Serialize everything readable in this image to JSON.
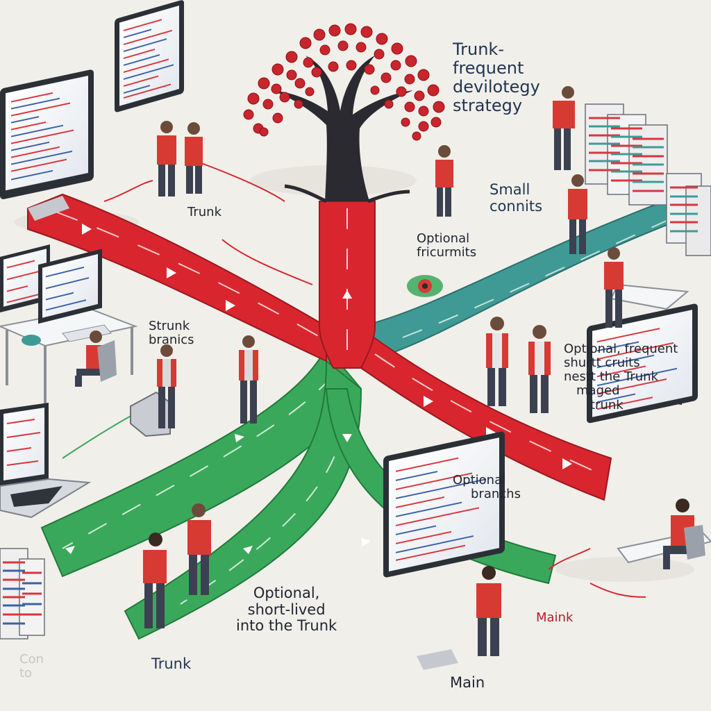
{
  "labels": {
    "trunk_strategy": [
      "Trunk-",
      "frequent",
      "devilotegy",
      "strategy"
    ],
    "small_commits": [
      "Small",
      "connits"
    ],
    "trunk_top": "Trunk",
    "optional_fricurmits": [
      "Optional",
      "fricurmits"
    ],
    "strunk_branches": [
      "Strunk",
      "branics"
    ],
    "optional_frequent": [
      "Optional, frequent",
      "shurtt cruits",
      "nestt the Trunk",
      "maged",
      "trunk"
    ],
    "optional_branches": [
      "Optional",
      "branchs"
    ],
    "optional_short_lived": [
      "Optional,",
      "short-lived",
      "into the Trunk"
    ],
    "trunk_bottom": "Trunk",
    "maink": "Maink",
    "main": "Main",
    "watermark": [
      "Con",
      "to"
    ]
  },
  "colors": {
    "trunk": "#d9262e",
    "branch_green": "#3aa85a",
    "branch_teal": "#3f9a95",
    "shirt": "#d63a33",
    "tree_dark": "#2a2a30",
    "background": "#f1efea"
  }
}
